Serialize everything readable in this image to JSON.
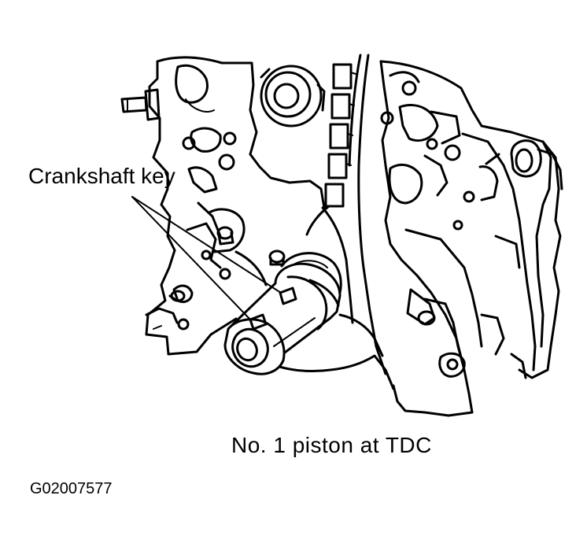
{
  "labels": {
    "crankshaft_key": "Crankshaft key",
    "piston_tdc": "No. 1 piston at TDC",
    "figure_code": "G02007577"
  }
}
